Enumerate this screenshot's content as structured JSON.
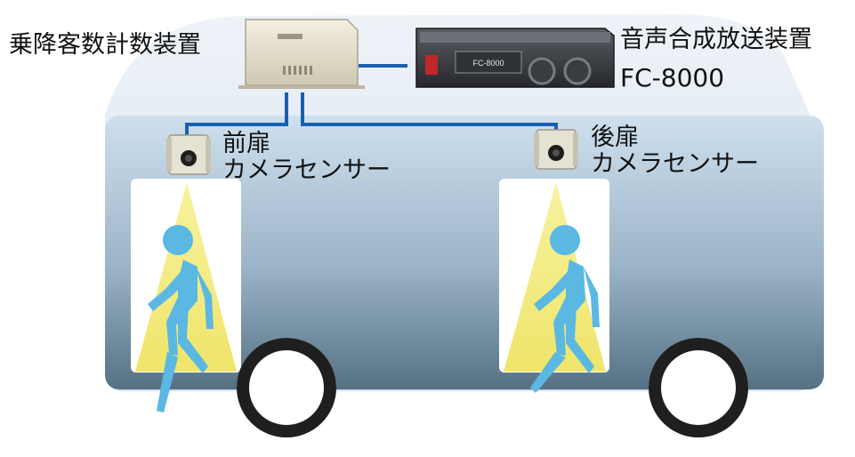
{
  "devices": {
    "counter": {
      "label": "乗降客数計数装置"
    },
    "voice_system": {
      "label": "音声合成放送装置",
      "model": "FC-8000",
      "panel_text": "FC-8000"
    }
  },
  "sensors": {
    "front": {
      "line1": "前扉",
      "line2": "カメラセンサー"
    },
    "rear": {
      "line1": "後扉",
      "line2": "カメラセンサー"
    }
  },
  "colors": {
    "bus_roof": "#dce6ef",
    "bus_body_top": "#c9dbe9",
    "bus_body_bottom": "#587487",
    "door_white": "#ffffff",
    "detection_cone": "#f2ec84",
    "person": "#5ab8e3",
    "cable": "#1a5fb0",
    "wheel": "#1f1f1f"
  }
}
